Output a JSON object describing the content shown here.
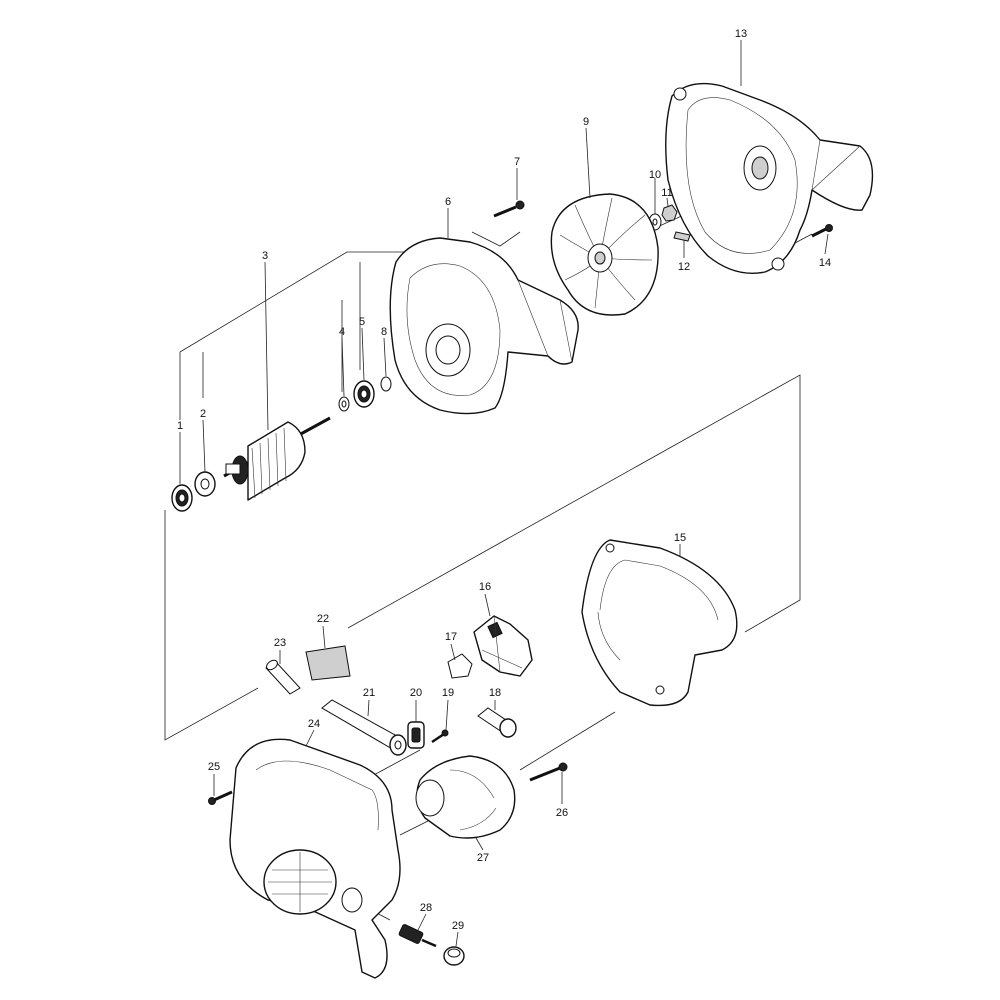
{
  "parts": [
    {
      "id": "p1",
      "label": "1"
    },
    {
      "id": "p2",
      "label": "2"
    },
    {
      "id": "p3",
      "label": "3"
    },
    {
      "id": "p4",
      "label": "4"
    },
    {
      "id": "p5",
      "label": "5"
    },
    {
      "id": "p6",
      "label": "6"
    },
    {
      "id": "p7",
      "label": "7"
    },
    {
      "id": "p8",
      "label": "8"
    },
    {
      "id": "p9",
      "label": "9"
    },
    {
      "id": "p10",
      "label": "10"
    },
    {
      "id": "p11",
      "label": "11"
    },
    {
      "id": "p12",
      "label": "12"
    },
    {
      "id": "p13",
      "label": "13"
    },
    {
      "id": "p14",
      "label": "14"
    },
    {
      "id": "p15",
      "label": "15"
    },
    {
      "id": "p16",
      "label": "16"
    },
    {
      "id": "p17",
      "label": "17"
    },
    {
      "id": "p18",
      "label": "18"
    },
    {
      "id": "p19",
      "label": "19"
    },
    {
      "id": "p20",
      "label": "20"
    },
    {
      "id": "p21",
      "label": "21"
    },
    {
      "id": "p22",
      "label": "22"
    },
    {
      "id": "p23",
      "label": "23"
    },
    {
      "id": "p24",
      "label": "24"
    },
    {
      "id": "p25",
      "label": "25"
    },
    {
      "id": "p26",
      "label": "26"
    },
    {
      "id": "p27",
      "label": "27"
    },
    {
      "id": "p28",
      "label": "28"
    },
    {
      "id": "p29",
      "label": "29"
    }
  ]
}
